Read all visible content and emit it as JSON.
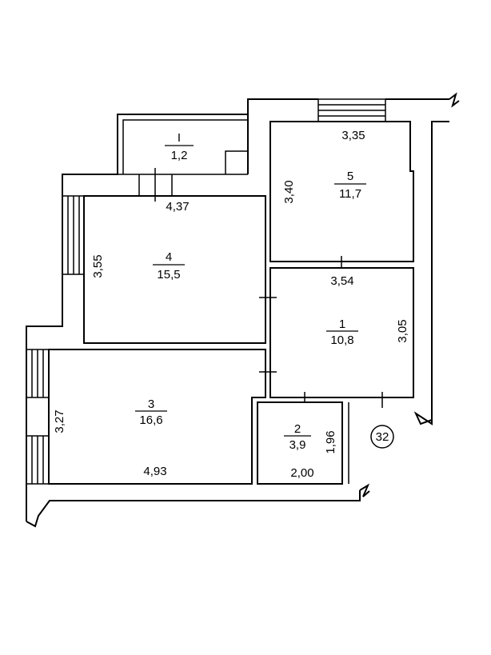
{
  "plan": {
    "badge": "32",
    "rooms": [
      {
        "id": "balcony",
        "number": "I",
        "area": "1,2"
      },
      {
        "id": "room-1",
        "number": "1",
        "area": "10,8",
        "dims": [
          "3,54",
          "3,05"
        ]
      },
      {
        "id": "room-2",
        "number": "2",
        "area": "3,9",
        "dims": [
          "2,00",
          "1,96"
        ]
      },
      {
        "id": "room-3",
        "number": "3",
        "area": "16,6",
        "dims": [
          "4,93",
          "3,27"
        ]
      },
      {
        "id": "room-4",
        "number": "4",
        "area": "15,5",
        "dims": [
          "4,37",
          "3,55"
        ]
      },
      {
        "id": "room-5",
        "number": "5",
        "area": "11,7",
        "dims": [
          "3,35",
          "3,40"
        ]
      }
    ]
  }
}
